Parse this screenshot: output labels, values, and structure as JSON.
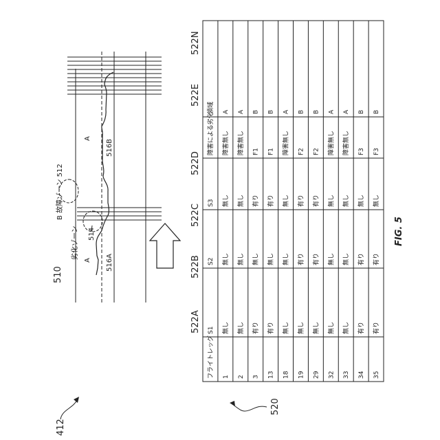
{
  "figure": {
    "ref_main": "412",
    "ref_table": "520",
    "fig_label": "FIG. 5",
    "diagram": {
      "ref": "510",
      "zone_fault_label": "故障ゾーン 512",
      "zone_fault_letter": "B",
      "zone_degrade_label": "劣化ゾーン",
      "zone_degrade_ref": "514",
      "letter_a1": "A",
      "letter_a2": "A",
      "path_ref_a": "516A",
      "path_ref_b": "516B"
    },
    "column_refs": [
      "522A",
      "522B",
      "522C",
      "522D",
      "522E",
      "522N"
    ],
    "table": {
      "headers": [
        "フライトレッグ",
        "S1",
        "S2",
        "S3",
        "障害による劣化",
        "領域"
      ],
      "rows": [
        [
          "1",
          "無し",
          "無し",
          "無し",
          "障害無し",
          "A"
        ],
        [
          "2",
          "無し",
          "無し",
          "無し",
          "障害無し",
          "A"
        ],
        [
          "3",
          "有り",
          "無し",
          "有り",
          "F1",
          "B"
        ],
        [
          "13",
          "有り",
          "無し",
          "有り",
          "F1",
          "B"
        ],
        [
          "18",
          "無し",
          "無し",
          "無し",
          "障害無し",
          "A"
        ],
        [
          "19",
          "無し",
          "有り",
          "有り",
          "F2",
          "B"
        ],
        [
          "29",
          "無し",
          "有り",
          "有り",
          "F2",
          "B"
        ],
        [
          "32",
          "無し",
          "無し",
          "無し",
          "障害無し",
          "A"
        ],
        [
          "33",
          "無し",
          "無し",
          "無し",
          "障害無し",
          "A"
        ],
        [
          "34",
          "有り",
          "有り",
          "無し",
          "F3",
          "B"
        ],
        [
          "35",
          "有り",
          "有り",
          "無し",
          "F3",
          "B"
        ]
      ]
    }
  }
}
